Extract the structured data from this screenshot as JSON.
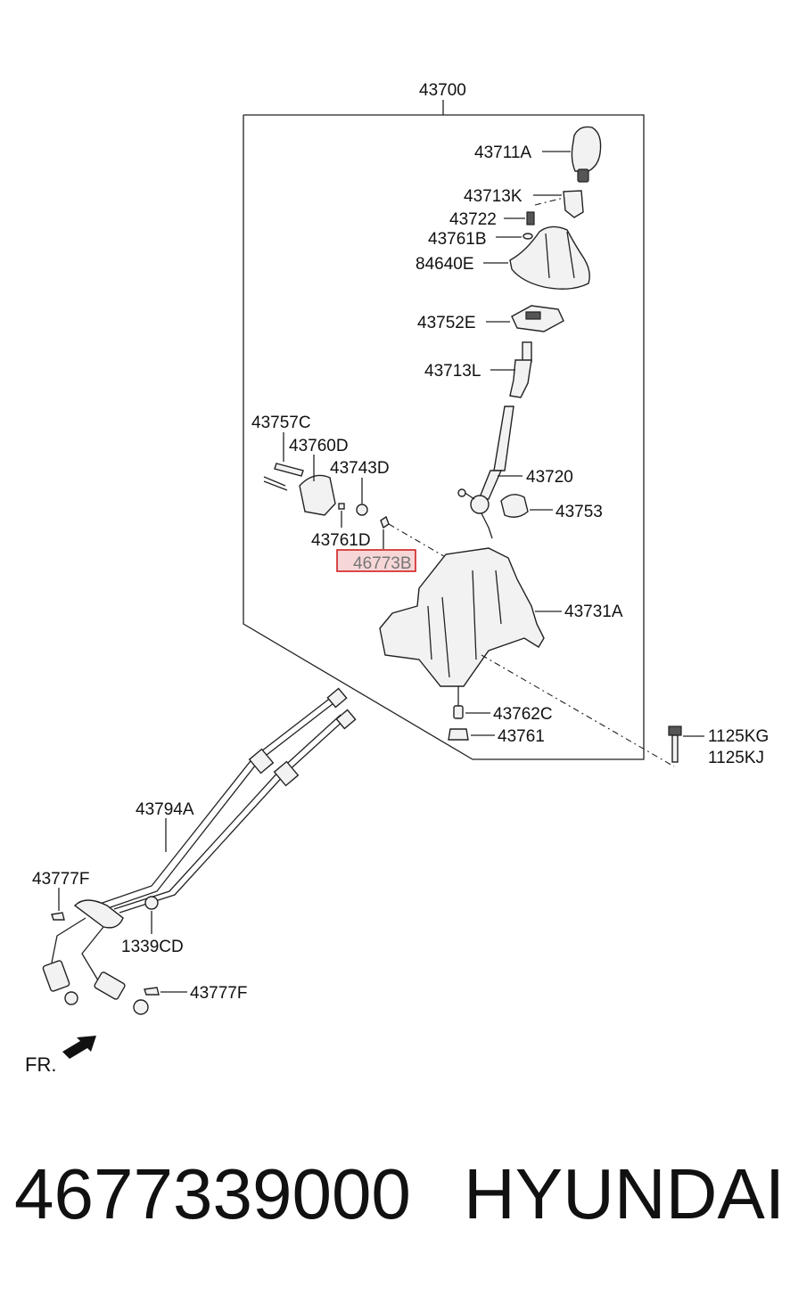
{
  "diagram": {
    "assembly_label": "43700",
    "parts": [
      {
        "id": "43711A"
      },
      {
        "id": "43713K"
      },
      {
        "id": "43722"
      },
      {
        "id": "43761B"
      },
      {
        "id": "84640E"
      },
      {
        "id": "43752E"
      },
      {
        "id": "43713L"
      },
      {
        "id": "43757C"
      },
      {
        "id": "43760D"
      },
      {
        "id": "43743D"
      },
      {
        "id": "43720"
      },
      {
        "id": "43753"
      },
      {
        "id": "43761D"
      },
      {
        "id": "46773B"
      },
      {
        "id": "43731A"
      },
      {
        "id": "43762C"
      },
      {
        "id": "43761"
      },
      {
        "id": "1125KG"
      },
      {
        "id": "1125KJ"
      },
      {
        "id": "43794A"
      },
      {
        "id": "43777F"
      },
      {
        "id": "1339CD"
      },
      {
        "id": "43777F"
      }
    ],
    "highlighted_part": "46773B",
    "direction_label": "FR."
  },
  "footer": {
    "part_number": "4677339000",
    "brand": "HYUNDAI"
  }
}
